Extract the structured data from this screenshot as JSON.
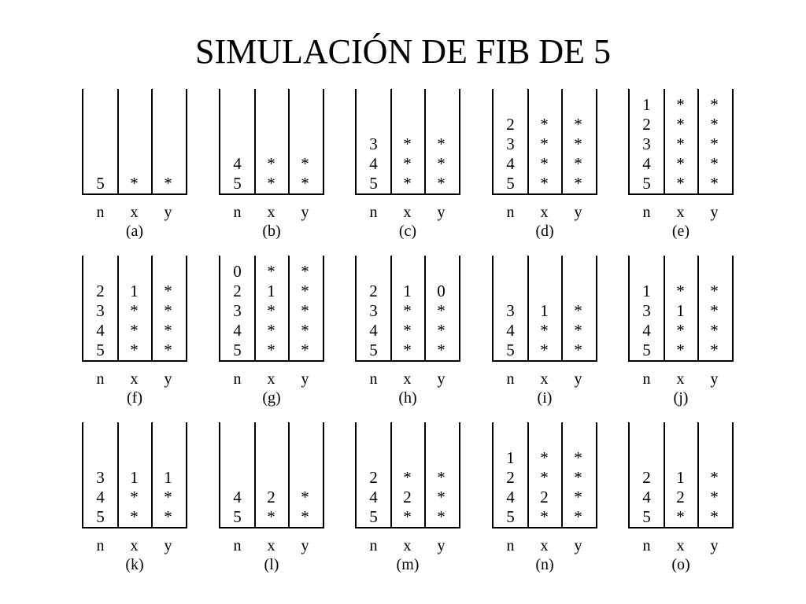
{
  "title": "SIMULACIÓN DE FIB DE 5",
  "headers": [
    "n",
    "x",
    "y"
  ],
  "panels": [
    {
      "label": "(a)",
      "n": [
        "5"
      ],
      "x": [
        "*"
      ],
      "y": [
        "*"
      ]
    },
    {
      "label": "(b)",
      "n": [
        "4",
        "5"
      ],
      "x": [
        "*",
        "*"
      ],
      "y": [
        "*",
        "*"
      ]
    },
    {
      "label": "(c)",
      "n": [
        "3",
        "4",
        "5"
      ],
      "x": [
        "*",
        "*",
        "*"
      ],
      "y": [
        "*",
        "*",
        "*"
      ]
    },
    {
      "label": "(d)",
      "n": [
        "2",
        "3",
        "4",
        "5"
      ],
      "x": [
        "*",
        "*",
        "*",
        "*"
      ],
      "y": [
        "*",
        "*",
        "*",
        "*"
      ]
    },
    {
      "label": "(e)",
      "n": [
        "1",
        "2",
        "3",
        "4",
        "5"
      ],
      "x": [
        "*",
        "*",
        "*",
        "*",
        "*"
      ],
      "y": [
        "*",
        "*",
        "*",
        "*",
        "*"
      ]
    },
    {
      "label": "(f)",
      "n": [
        "2",
        "3",
        "4",
        "5"
      ],
      "x": [
        "1",
        "*",
        "*",
        "*"
      ],
      "y": [
        "*",
        "*",
        "*",
        "*"
      ]
    },
    {
      "label": "(g)",
      "n": [
        "0",
        "2",
        "3",
        "4",
        "5"
      ],
      "x": [
        "*",
        "1",
        "*",
        "*",
        "*"
      ],
      "y": [
        "*",
        "*",
        "*",
        "*",
        "*"
      ]
    },
    {
      "label": "(h)",
      "n": [
        "2",
        "3",
        "4",
        "5"
      ],
      "x": [
        "1",
        "*",
        "*",
        "*"
      ],
      "y": [
        "0",
        "*",
        "*",
        "*"
      ]
    },
    {
      "label": "(i)",
      "n": [
        "3",
        "4",
        "5"
      ],
      "x": [
        "1",
        "*",
        "*"
      ],
      "y": [
        "*",
        "*",
        "*"
      ]
    },
    {
      "label": "(j)",
      "n": [
        "1",
        "3",
        "4",
        "5"
      ],
      "x": [
        "*",
        "1",
        "*",
        "*"
      ],
      "y": [
        "*",
        "*",
        "*",
        "*"
      ]
    },
    {
      "label": "(k)",
      "n": [
        "3",
        "4",
        "5"
      ],
      "x": [
        "1",
        "*",
        "*"
      ],
      "y": [
        "1",
        "*",
        "*"
      ]
    },
    {
      "label": "(l)",
      "n": [
        "4",
        "5"
      ],
      "x": [
        "2",
        "*"
      ],
      "y": [
        "*",
        "*"
      ]
    },
    {
      "label": "(m)",
      "n": [
        "2",
        "4",
        "5"
      ],
      "x": [
        "*",
        "2",
        "*"
      ],
      "y": [
        "*",
        "*",
        "*"
      ]
    },
    {
      "label": "(n)",
      "n": [
        "1",
        "2",
        "4",
        "5"
      ],
      "x": [
        "*",
        "*",
        "2",
        "*"
      ],
      "y": [
        "*",
        "*",
        "*",
        "*"
      ]
    },
    {
      "label": "(o)",
      "n": [
        "2",
        "4",
        "5"
      ],
      "x": [
        "1",
        "2",
        "*"
      ],
      "y": [
        "*",
        "*",
        "*"
      ]
    }
  ]
}
